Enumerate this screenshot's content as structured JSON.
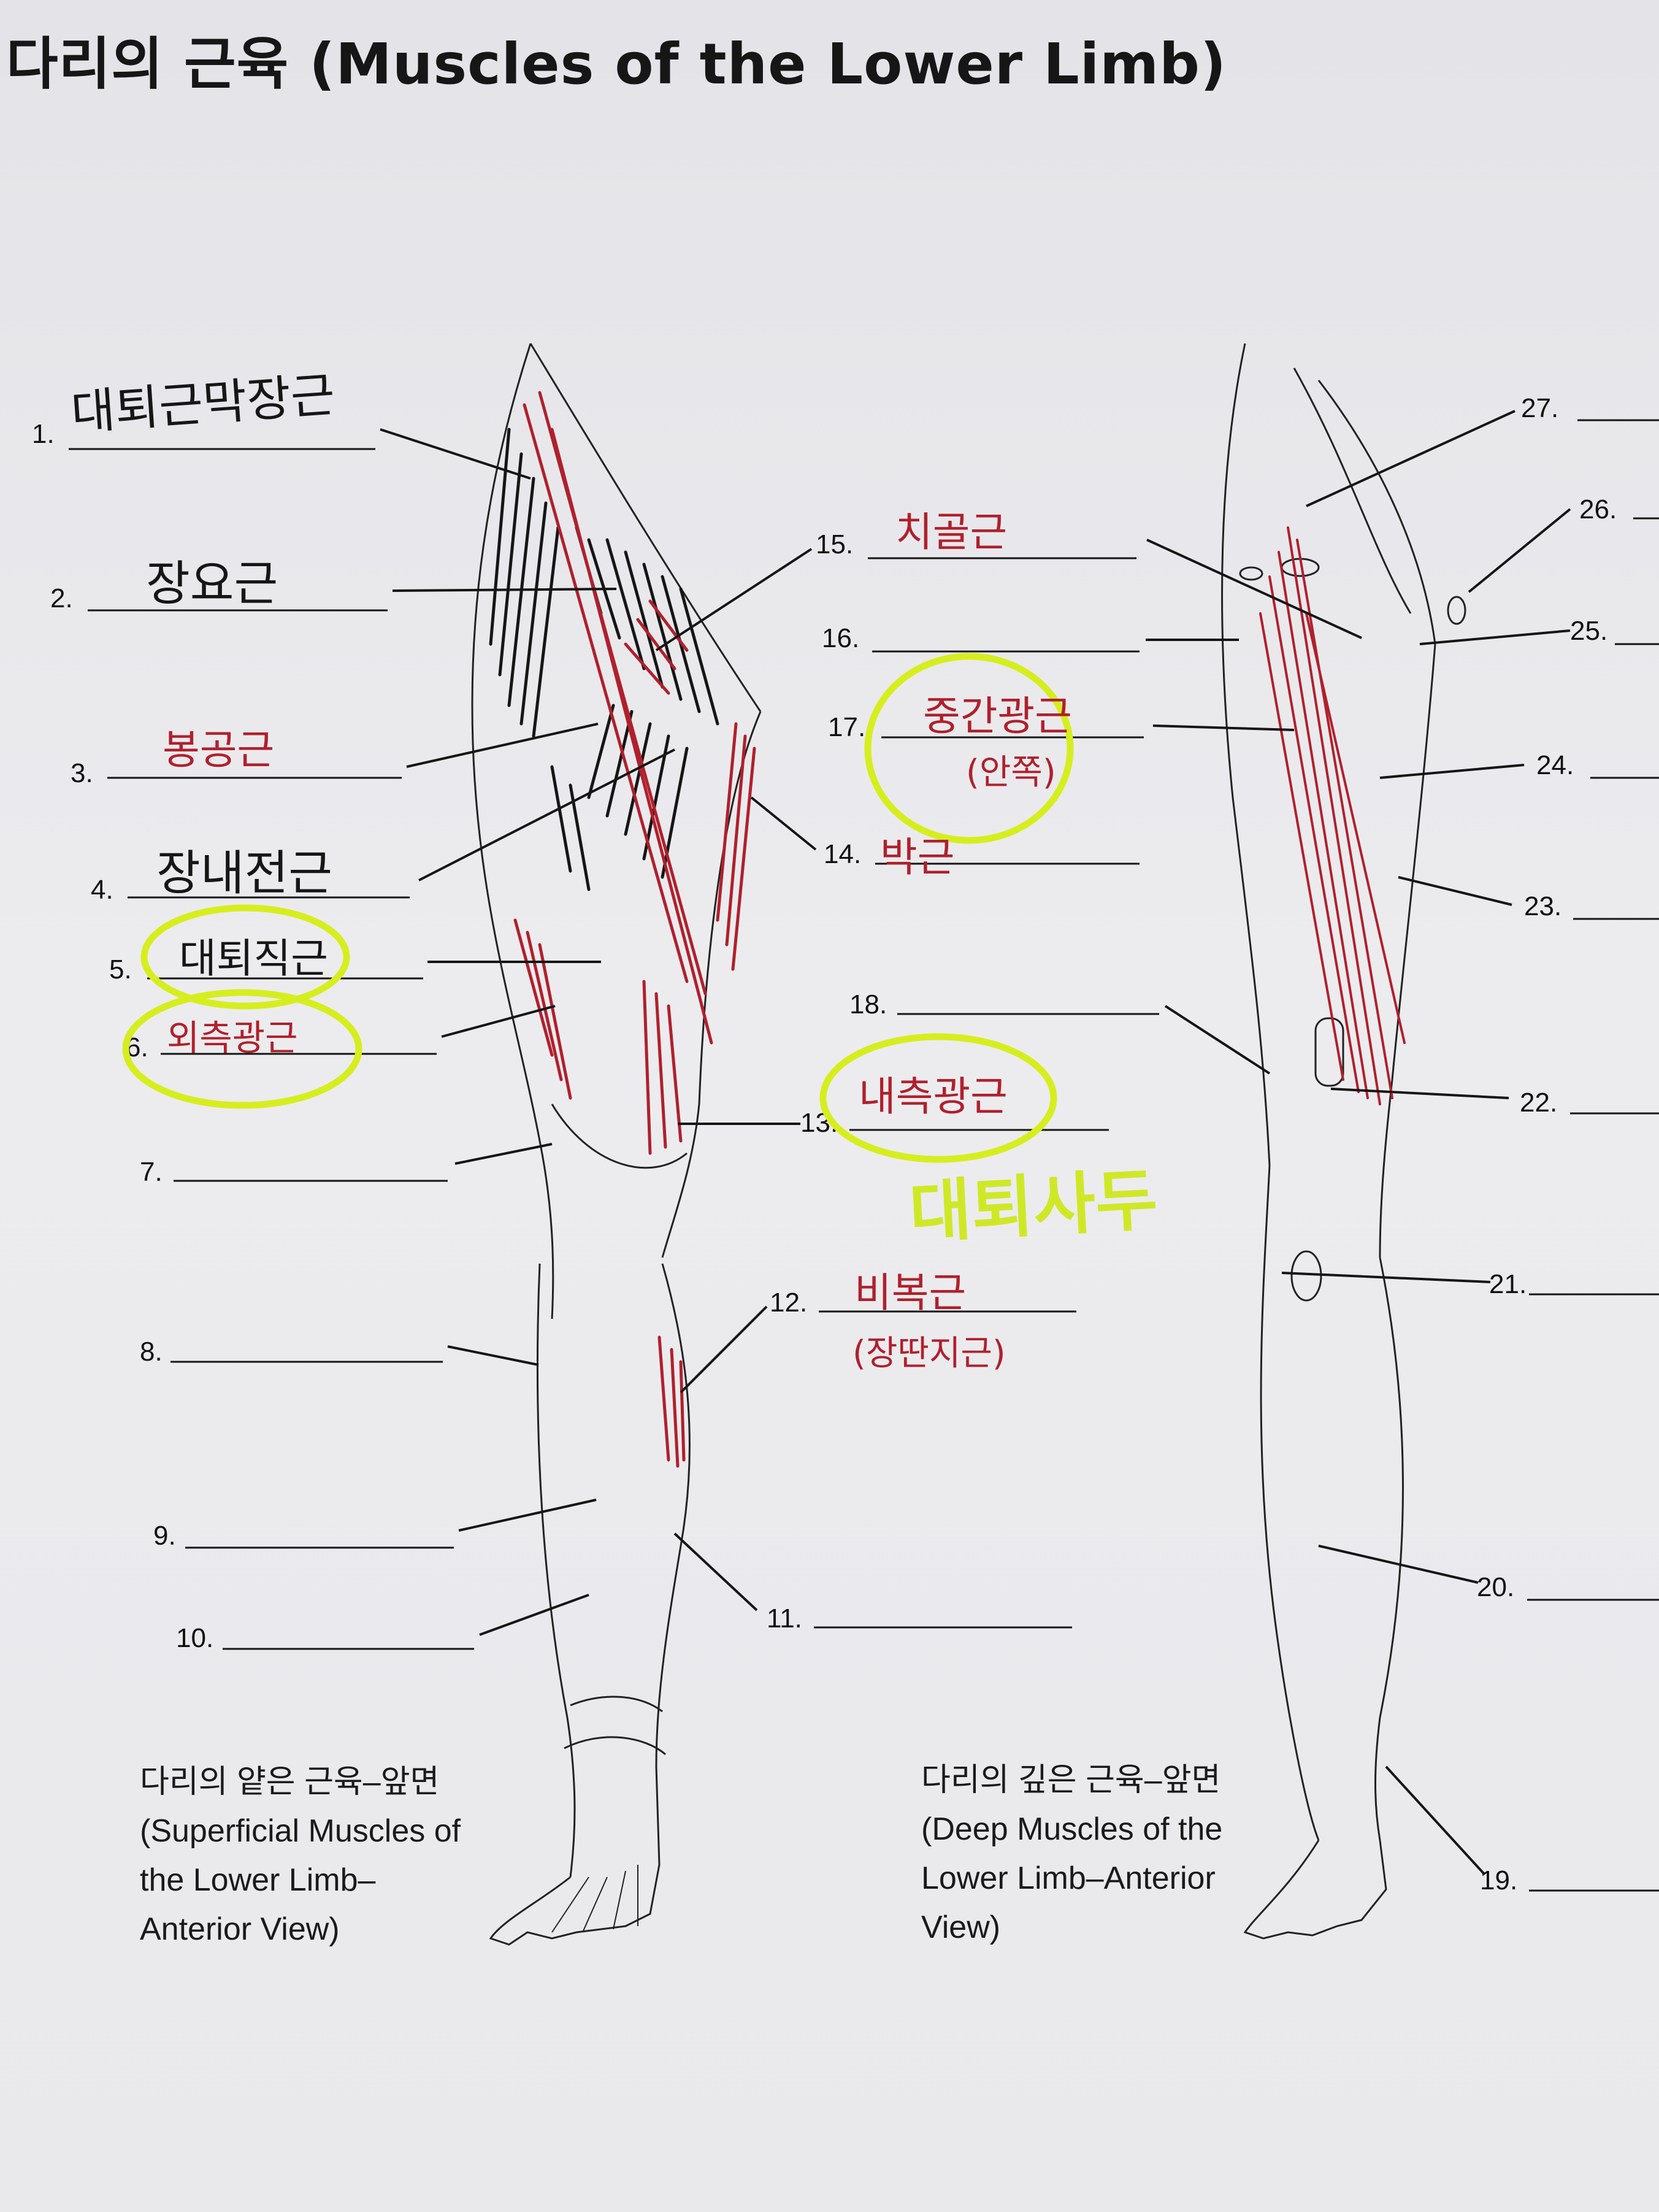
{
  "title": "다리의 근육 (Muscles of the Lower Limb)",
  "captions": {
    "superficial": {
      "title_ko": "다리의 얕은 근육–앞면",
      "line1": "(Superficial Muscles of",
      "line2": "the Lower Limb–",
      "line3": "Anterior View)"
    },
    "deep": {
      "title_ko": "다리의 깊은 근육–앞면",
      "line1": "(Deep Muscles of the",
      "line2": "Lower Limb–Anterior",
      "line3": "View)"
    }
  },
  "labels": [
    {
      "num": "1.",
      "answer": "대퇴근막장근",
      "ink": "black"
    },
    {
      "num": "2.",
      "answer": "장요근",
      "ink": "black"
    },
    {
      "num": "3.",
      "answer": "봉공근",
      "ink": "red"
    },
    {
      "num": "4.",
      "answer": "장내전근",
      "ink": "black"
    },
    {
      "num": "5.",
      "answer": "대퇴직근",
      "ink": "black",
      "circled": true
    },
    {
      "num": "6.",
      "answer": "외측광근",
      "ink": "red",
      "circled": true
    },
    {
      "num": "7.",
      "answer": ""
    },
    {
      "num": "8.",
      "answer": ""
    },
    {
      "num": "9.",
      "answer": ""
    },
    {
      "num": "10.",
      "answer": ""
    },
    {
      "num": "11.",
      "answer": ""
    },
    {
      "num": "12.",
      "answer": "비복근",
      "ink": "red",
      "note": "(장딴지근)"
    },
    {
      "num": "13.",
      "answer": "내측광근",
      "ink": "red",
      "circled": true
    },
    {
      "num": "14.",
      "answer": "박근",
      "ink": "red"
    },
    {
      "num": "15.",
      "answer": "치골근",
      "ink": "red"
    },
    {
      "num": "16.",
      "answer": ""
    },
    {
      "num": "17.",
      "answer": "중간광근",
      "ink": "red",
      "note": "(안쪽)",
      "circled": true
    },
    {
      "num": "18.",
      "answer": ""
    },
    {
      "num": "19.",
      "answer": ""
    },
    {
      "num": "20.",
      "answer": ""
    },
    {
      "num": "21.",
      "answer": ""
    },
    {
      "num": "22.",
      "answer": ""
    },
    {
      "num": "23.",
      "answer": ""
    },
    {
      "num": "24.",
      "answer": ""
    },
    {
      "num": "25.",
      "answer": ""
    },
    {
      "num": "26.",
      "answer": ""
    },
    {
      "num": "27.",
      "answer": ""
    }
  ],
  "annotation_green": "대퇴사두",
  "colors": {
    "red_ink": "#b0202c",
    "highlighter": "#d6ee1e",
    "line_ink": "#161616",
    "paper": "#e8e8eb"
  }
}
